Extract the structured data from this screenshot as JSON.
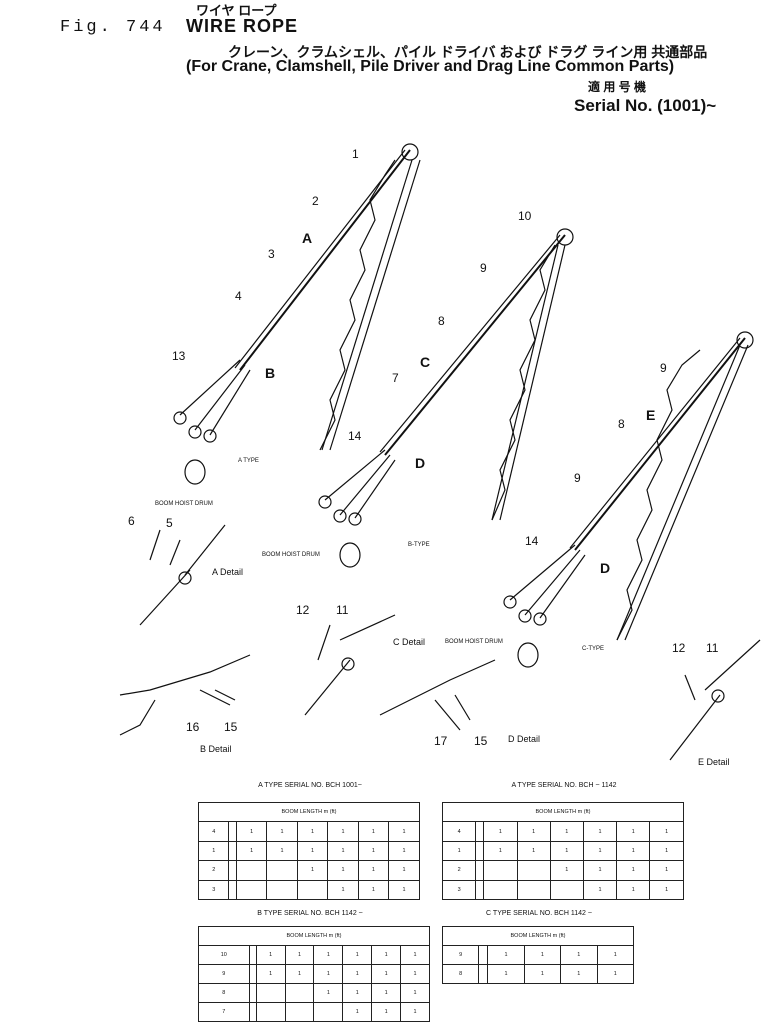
{
  "header": {
    "fig": "Fig. 744",
    "jp_title": "ワイヤ ロープ",
    "title": "WIRE ROPE",
    "jp_subtitle": "クレーン、クラムシェル、パイル ドライバ および ドラグ ライン用 共通部品",
    "subtitle": "(For Crane, Clamshell, Pile Driver and Drag Line Common Parts)",
    "jp_serial": "適 用 号 機",
    "serial": "Serial No. (1001)~"
  },
  "callouts": [
    "1",
    "2",
    "3",
    "4",
    "13",
    "10",
    "9",
    "8",
    "7",
    "14",
    "9",
    "8",
    "9",
    "14",
    "6",
    "5",
    "12",
    "11",
    "16",
    "15",
    "17",
    "15",
    "12",
    "11"
  ],
  "view_letters": [
    "A",
    "B",
    "C",
    "D",
    "E",
    "D"
  ],
  "labels": {
    "a_type": "A TYPE",
    "b_type": "B-TYPE",
    "c_type": "C-TYPE",
    "drum1": "BOOM HOIST DRUM",
    "drum2": "BOOM HOIST DRUM",
    "drum3": "BOOM HOIST DRUM",
    "detail_a": "A Detail",
    "detail_b": "B Detail",
    "detail_c": "C Detail",
    "detail_d": "D Detail",
    "detail_e": "E Detail"
  },
  "tables": {
    "a": {
      "head": "A TYPE SERIAL NO. BCH 1001~",
      "sub": "BOOM LENGTH m (ft)",
      "rows": [
        [
          "4",
          "",
          "1",
          "1",
          "1",
          "1",
          "1",
          "1"
        ],
        [
          "1",
          "",
          "1",
          "1",
          "1",
          "1",
          "1",
          "1"
        ],
        [
          "2",
          "",
          "",
          "",
          "1",
          "1",
          "1",
          "1"
        ],
        [
          "3",
          "",
          "",
          "",
          "",
          "1",
          "1",
          "1"
        ]
      ]
    },
    "a2": {
      "head": "A TYPE SERIAL NO. BCH ~ 1142",
      "sub": "BOOM LENGTH m (ft)",
      "rows": [
        [
          "4",
          "",
          "1",
          "1",
          "1",
          "1",
          "1",
          "1"
        ],
        [
          "1",
          "",
          "1",
          "1",
          "1",
          "1",
          "1",
          "1"
        ],
        [
          "2",
          "",
          "",
          "",
          "1",
          "1",
          "1",
          "1"
        ],
        [
          "3",
          "",
          "",
          "",
          "",
          "1",
          "1",
          "1"
        ]
      ]
    },
    "b": {
      "head": "B TYPE SERIAL NO. BCH 1142 ~",
      "sub": "BOOM LENGTH m (ft)",
      "rows": [
        [
          "10",
          "",
          "1",
          "1",
          "1",
          "1",
          "1",
          "1"
        ],
        [
          "9",
          "",
          "1",
          "1",
          "1",
          "1",
          "1",
          "1"
        ],
        [
          "8",
          "",
          "",
          "",
          "1",
          "1",
          "1",
          "1"
        ],
        [
          "7",
          "",
          "",
          "",
          "",
          "1",
          "1",
          "1"
        ]
      ]
    },
    "c": {
      "head": "C TYPE SERIAL NO. BCH 1142 ~",
      "sub": "BOOM LENGTH m (ft)",
      "rows": [
        [
          "9",
          "",
          "1",
          "1",
          "1",
          "1"
        ],
        [
          "8",
          "",
          "1",
          "1",
          "1",
          "1"
        ]
      ]
    }
  }
}
